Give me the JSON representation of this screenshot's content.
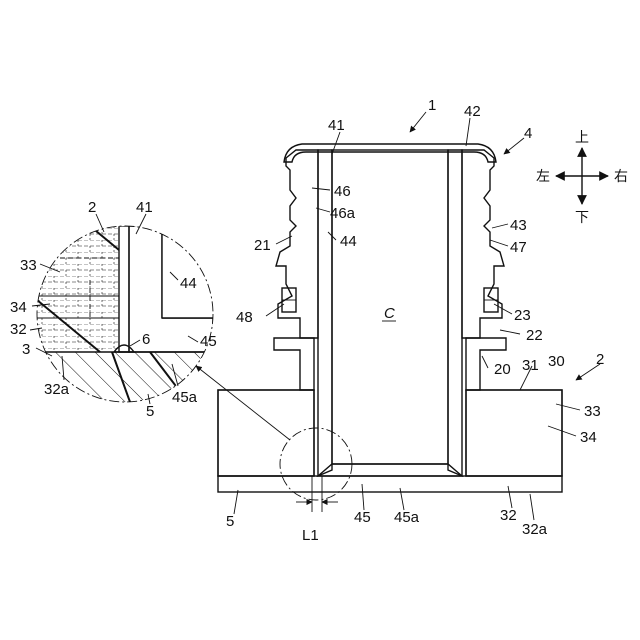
{
  "labels": {
    "n1": "1",
    "n2_top": "2",
    "n4": "4",
    "n41": "41",
    "n42": "42",
    "n46": "46",
    "n46a": "46a",
    "n21": "21",
    "n44": "44",
    "n43": "43",
    "n47": "47",
    "n48": "48",
    "cavity": "C",
    "n23": "23",
    "n22": "22",
    "n20": "20",
    "n31": "31",
    "n30": "30",
    "n33": "33",
    "n34": "34",
    "n32": "32",
    "n32a": "32a",
    "n45_bottom": "45",
    "n45a_bottom": "45a",
    "n5_bottom": "5",
    "l1": "L1"
  },
  "inset_labels": {
    "n2": "2",
    "n41": "41",
    "n33": "33",
    "n44": "44",
    "n34": "34",
    "n32": "32",
    "n3": "3",
    "n6": "6",
    "n45": "45",
    "n32a": "32a",
    "n5": "5",
    "n45a": "45a"
  },
  "directions": {
    "up": "上",
    "down": "下",
    "left": "左",
    "right": "右"
  }
}
